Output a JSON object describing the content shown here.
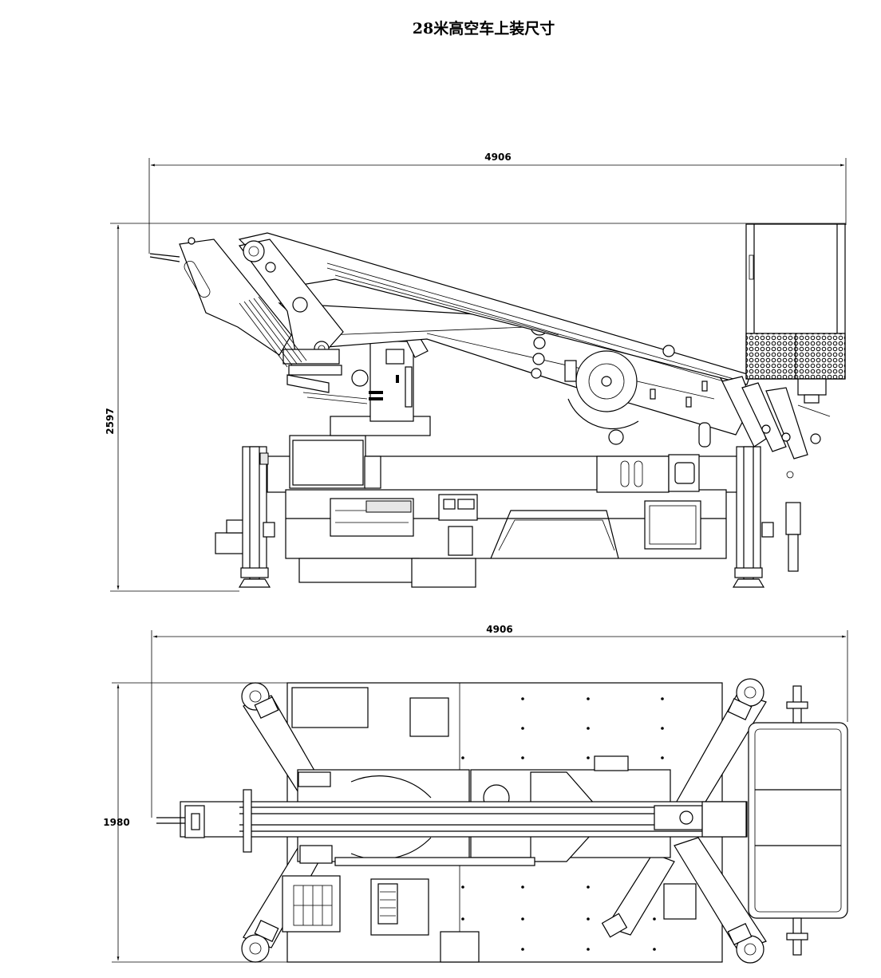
{
  "title": "28米高空车上装尺寸",
  "dimensions": {
    "side_length": "4906",
    "side_height": "2597",
    "top_length": "4906",
    "top_width": "1980"
  },
  "colors": {
    "line": "#000000",
    "background": "#ffffff"
  }
}
